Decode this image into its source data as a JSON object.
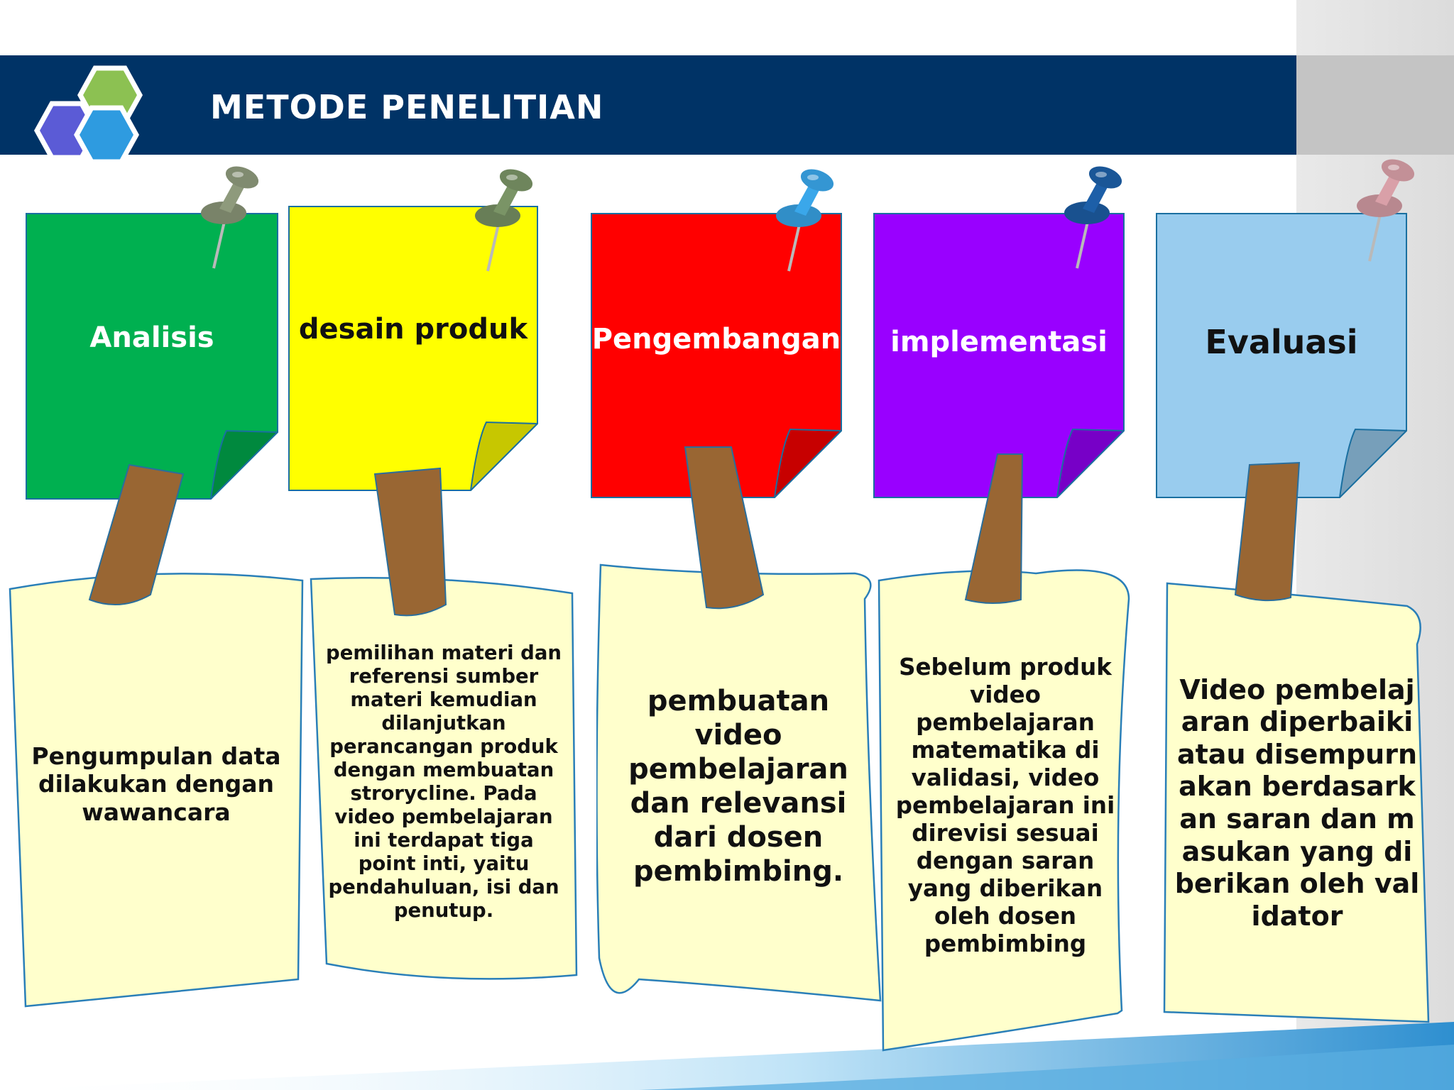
{
  "header": {
    "title": "METODE PENELITIAN"
  },
  "colors": {
    "header_bar": "#003366",
    "tape": "#996633",
    "paper": "#ffffcc",
    "logo_hex": [
      "#5b5bd6",
      "#8cc152",
      "#2e9be0"
    ]
  },
  "steps": [
    {
      "label": "Analisis",
      "note_color": "#00b050",
      "label_color": "#ffffff",
      "pin_color": "#8e9a7c",
      "description": "Pengumpulan data dilakukan dengan wawancara"
    },
    {
      "label": "desain produk",
      "note_color": "#ffff00",
      "label_color": "#111111",
      "pin_color": "#7a9466",
      "description": "pemilihan materi dan referensi sumber materi kemudian dilanjutkan perancangan produk dengan membuatan stroryсline. Pada video pembelajaran ini terdapat tiga point inti, yaitu pendahuluan, isi dan penutup."
    },
    {
      "label": "Pengembangan",
      "note_color": "#ff0000",
      "label_color": "#ffffff",
      "pin_color": "#3aa7ea",
      "description": "pembuatan video pembelajaran dan relevansi dari dosen pembimbing."
    },
    {
      "label": "implementasi",
      "note_color": "#9900ff",
      "label_color": "#ffffff",
      "pin_color": "#1d5fa8",
      "description": "Sebelum produk video pembelajaran matematika di validasi, video pembelajaran ini direvisi sesuai dengan saran yang diberikan oleh dosen pembimbing"
    },
    {
      "label": "Evaluasi",
      "note_color": "#99ccee",
      "label_color": "#111111",
      "pin_color": "#d9a0a8",
      "description": "Video pembelajaran diperbaiki atau disempurnakan berdasarkan saran dan masukan yang diberikan oleh validator"
    }
  ]
}
